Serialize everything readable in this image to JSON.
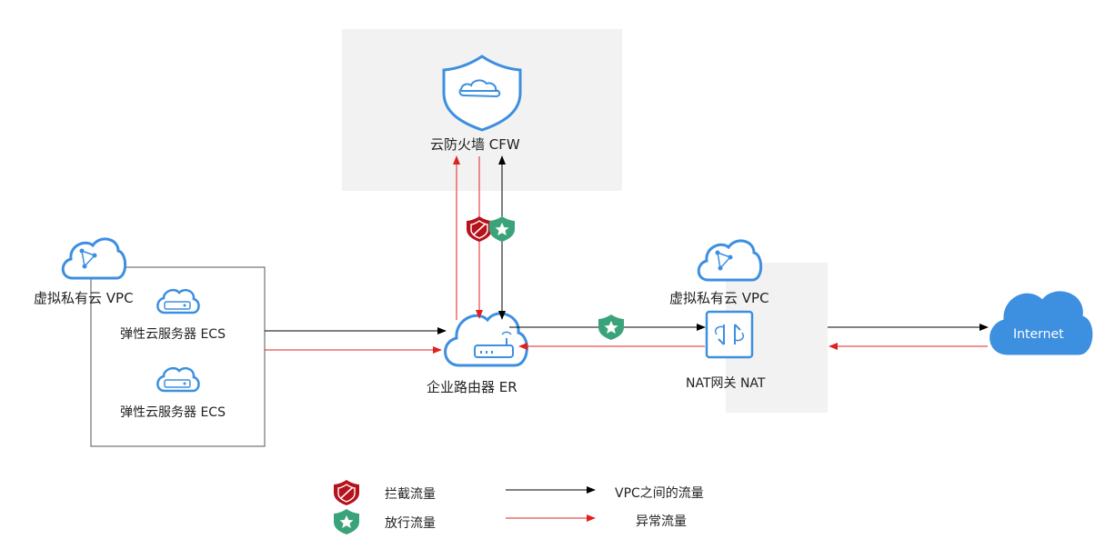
{
  "nodes": {
    "cfw": {
      "label": "云防火墙 CFW"
    },
    "vpc_left": {
      "label": "虚拟私有云 VPC"
    },
    "ecs1": {
      "label": "弹性云服务器 ECS"
    },
    "ecs2": {
      "label": "弹性云服务器 ECS"
    },
    "er": {
      "label": "企业路由器 ER"
    },
    "vpc_right": {
      "label": "虚拟私有云 VPC"
    },
    "nat": {
      "label": "NAT网关 NAT"
    },
    "internet": {
      "label": "Internet"
    }
  },
  "legend": {
    "blocked": "拦截流量",
    "allowed": "放行流量",
    "vpc_traffic": "VPC之间的流量",
    "abnormal": "异常流量"
  },
  "colors": {
    "normal_line": "#000000",
    "abnormal_line": "#e02020",
    "icon_blue": "#3d8fe0",
    "panel_gray": "#f2f2f2",
    "blocked_shield": "#b5121b",
    "allowed_shield": "#3aa37a"
  }
}
